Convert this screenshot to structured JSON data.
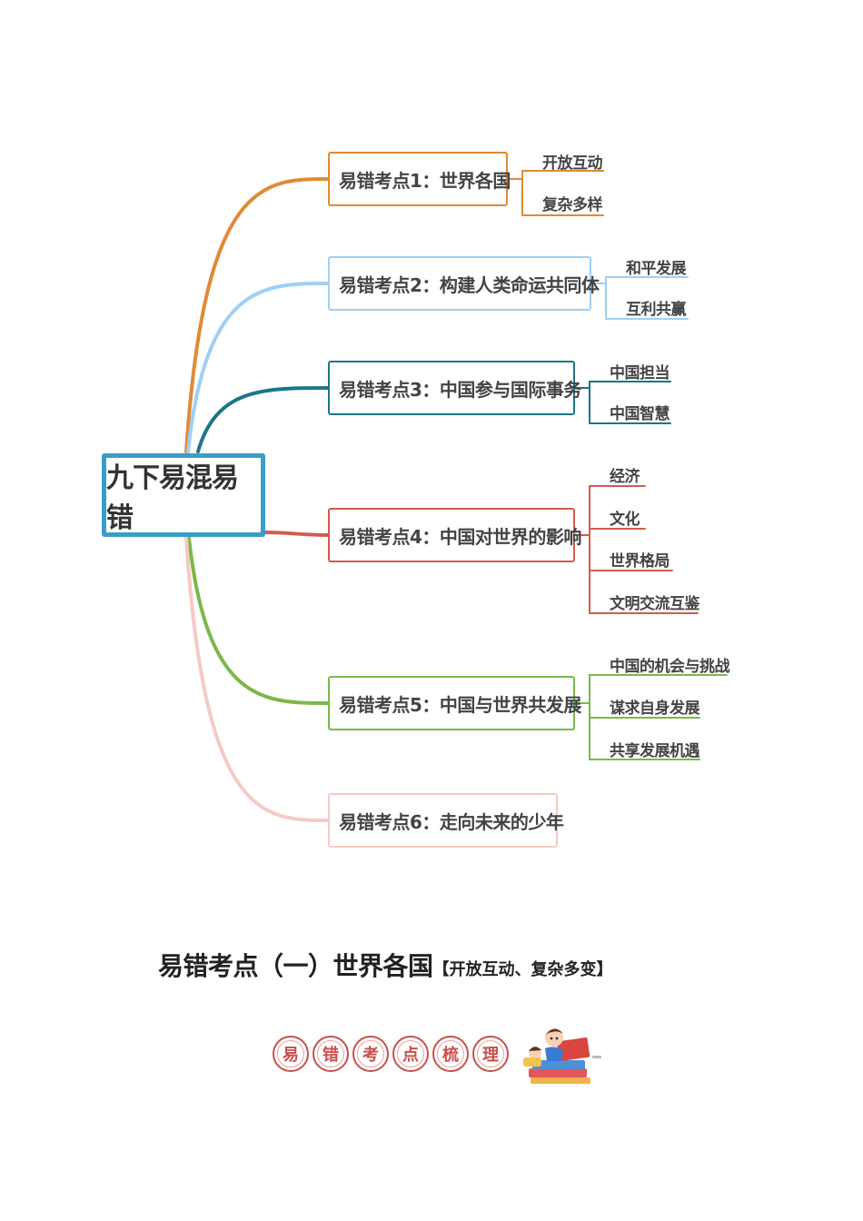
{
  "colors": {
    "root_border": "#3a9dc6",
    "topic1": "#e08a35",
    "topic2": "#9fcff5",
    "topic3": "#1c7589",
    "topic4": "#d45a4f",
    "topic5": "#7bb84a",
    "topic6": "#f6c9c6",
    "banner": "#c9504a"
  },
  "mindmap": {
    "root": "九下易混易错",
    "topics": [
      {
        "label": "易错考点1：世界各国",
        "children": [
          "开放互动",
          "复杂多样"
        ]
      },
      {
        "label": "易错考点2：构建人类命运共同体",
        "children": [
          "和平发展",
          "互利共赢"
        ]
      },
      {
        "label": "易错考点3：中国参与国际事务",
        "children": [
          "中国担当",
          "中国智慧"
        ]
      },
      {
        "label": "易错考点4：中国对世界的影响",
        "children": [
          "经济",
          "文化",
          "世界格局",
          "文明交流互鉴"
        ]
      },
      {
        "label": "易错考点5：中国与世界共发展",
        "children": [
          "中国的机会与挑战",
          "谋求自身发展",
          "共享发展机遇"
        ]
      },
      {
        "label": "易错考点6：走向未来的少年",
        "children": []
      }
    ]
  },
  "section": {
    "title": "易错考点（一）世界各国",
    "subtitle": "【开放互动、复杂多变】"
  },
  "banner": {
    "chars": [
      "易",
      "错",
      "考",
      "点",
      "梳",
      "理"
    ],
    "illustration": "child-reading-books-illustration"
  }
}
